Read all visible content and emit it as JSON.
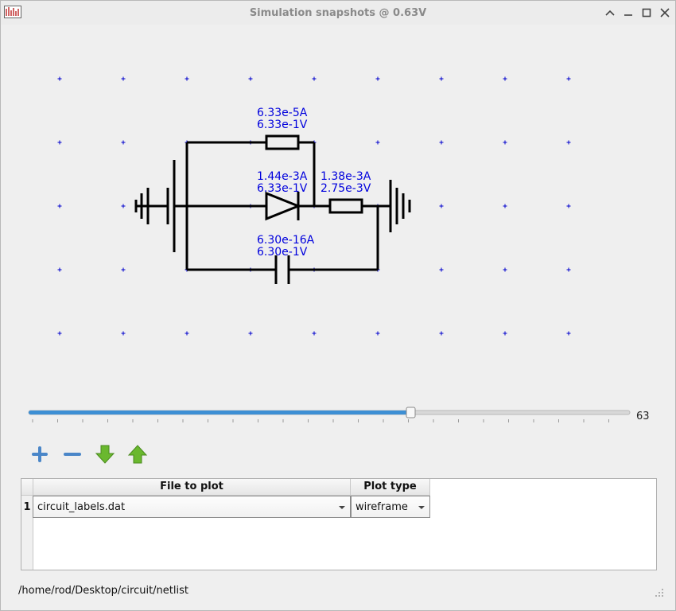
{
  "window": {
    "title": "Simulation snapshots @ 0.63V",
    "buttons": [
      "restore-up",
      "minimize",
      "maximize",
      "close"
    ]
  },
  "circuit": {
    "labels": {
      "resistor_top": {
        "current": "6.33e-5A",
        "voltage": "6.33e-1V"
      },
      "diode": {
        "current": "1.44e-3A",
        "voltage": "6.33e-1V"
      },
      "resistor_right": {
        "current": "1.38e-3A",
        "voltage": "2.75e-3V"
      },
      "capacitor": {
        "current": "6.30e-16A",
        "voltage": "6.30e-1V"
      }
    },
    "label_color": "#0000dd",
    "grid_color": "#0000cc"
  },
  "slider": {
    "value": "63",
    "fraction": 0.63,
    "accent": "#3d8fd4"
  },
  "toolbar": {
    "add_icon": "plus-icon",
    "remove_icon": "minus-icon",
    "move_down_icon": "arrow-down-icon",
    "move_up_icon": "arrow-up-icon"
  },
  "table": {
    "headers": {
      "file": "File to plot",
      "type": "Plot type"
    },
    "rows": [
      {
        "num": "1",
        "file": "circuit_labels.dat",
        "type": "wireframe"
      }
    ]
  },
  "status": {
    "path": "/home/rod/Desktop/circuit/netlist"
  }
}
